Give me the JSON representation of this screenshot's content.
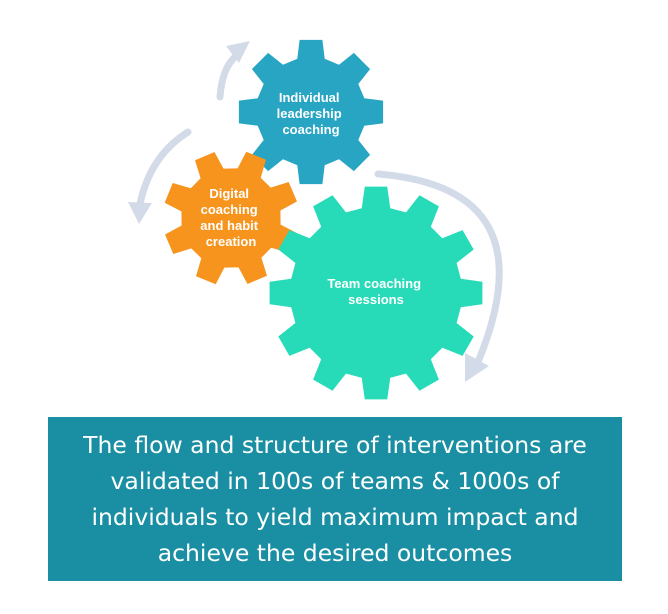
{
  "colors": {
    "leadership_gear": "#29a5c4",
    "digital_gear": "#f7941d",
    "team_gear": "#27dbb9",
    "arrow": "#d3dbe8",
    "banner_bg": "#1a8fa3",
    "banner_text": "#ffffff"
  },
  "gears": [
    {
      "id": "leadership",
      "lines": [
        "Individual",
        "leadership",
        "coaching"
      ]
    },
    {
      "id": "digital",
      "lines": [
        "Digital",
        "coaching",
        "and habit",
        "creation"
      ]
    },
    {
      "id": "team",
      "lines": [
        "Team coaching",
        "sessions"
      ]
    }
  ],
  "banner": {
    "text": "The flow and structure of interventions are validated in 100s of teams & 1000s of individuals to yield maximum impact and achieve the desired outcomes"
  }
}
